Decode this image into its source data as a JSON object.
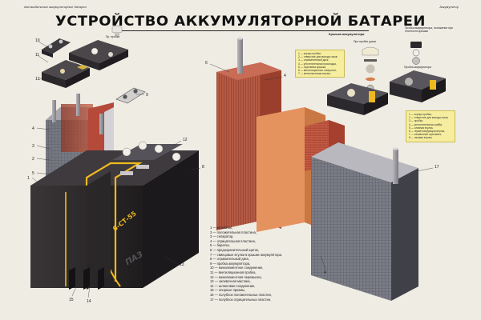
{
  "header": {
    "left_small": "Автомобильные аккумуляторные батареи",
    "right_small": "Аккумулятор",
    "title": "УСТРОЙСТВО АККУМУЛЯТОРНОЙ БАТАРЕИ"
  },
  "captions": {
    "plug_top_left": "Пр. пробки",
    "plug_right": "При пробке ураль",
    "plug_far_right": "Пробка аккумулятора",
    "cover_label": "Крышка аккумулятора",
    "right_title": "Пробка аккумулятора, положение при плотности крышки"
  },
  "legend": [
    "1 — моноблок,",
    "2 — положительная пластина,",
    "3 — сепаратор,",
    "4 — отрицательная пластина,",
    "5 — баретка,",
    "6 — предохранительный щиток,",
    "7 — свинцовые втулки в крышке аккумулятора,",
    "8 — отражательный диск,",
    "9 — пробка аккумулятора,",
    "10 — межэлементное соединение,",
    "11 — вентиляционная пробка,",
    "12 — межэлементная перемычка,",
    "13 — заливочная мастика,",
    "14 — шланговая соединение,",
    "15 — опорные призмы,",
    "16 — полублок положительных пластин,",
    "17 — полублок отрицательных пластин."
  ],
  "note_box_left": [
    "1 — корпус пробки,",
    "2 — отверстие для выхода газов,",
    "3 — отражательный диск,",
    "4 — уплотнительная прокладка,",
    "5 — горловина крышки,",
    "6 — вентиляционное отверстие,",
    "7 — металлическая втулка."
  ],
  "note_box_right": [
    "1 — корпус пробки,",
    "2 — отверстие для выхода газов,",
    "3 — пробка,",
    "4 — уплотнительная шайба,",
    "5 — сливная втулка,",
    "6 — герметизирующая втулка,",
    "7 — заливочная горловина,",
    "8 — газовая втулка."
  ],
  "brand_mark": "ПАЗ",
  "model_mark": "6-СТ-55",
  "colors": {
    "dark_casing": "#2d2a2c",
    "plate_brown": "#b24a32",
    "plate_grey": "#6d6f79",
    "copper": "#c8765c",
    "lead": "#9c9aa0",
    "sealant_yellow": "#f0b91e",
    "note_yellow": "#f6ee9e"
  }
}
